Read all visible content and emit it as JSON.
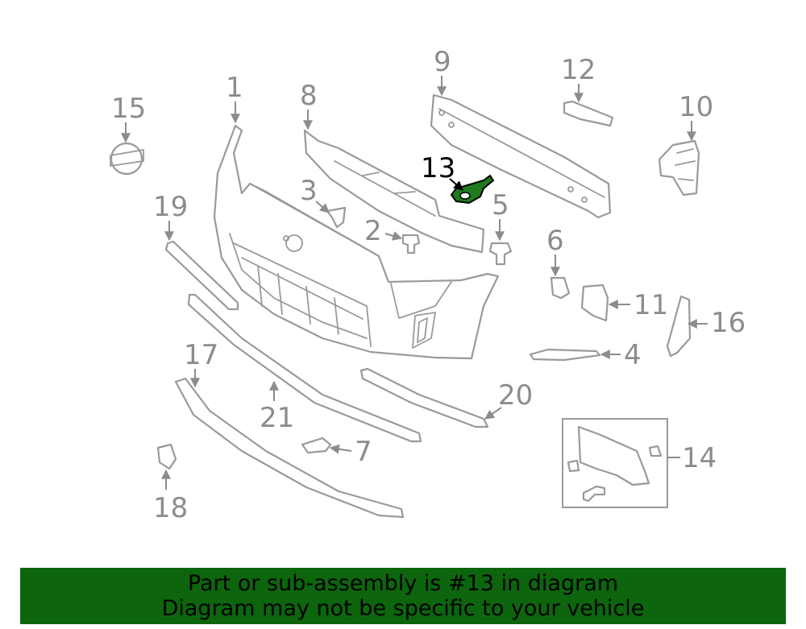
{
  "diagram": {
    "highlighted_callout": "13",
    "highlight_color": "#1f7a1f",
    "callouts": {
      "c1": "1",
      "c2": "2",
      "c3": "3",
      "c4": "4",
      "c5": "5",
      "c6": "6",
      "c7": "7",
      "c8": "8",
      "c9": "9",
      "c10": "10",
      "c11": "11",
      "c12": "12",
      "c13": "13",
      "c14": "14",
      "c15": "15",
      "c16": "16",
      "c17": "17",
      "c18": "18",
      "c19": "19",
      "c20": "20",
      "c21": "21"
    }
  },
  "footer": {
    "line1": "Part or sub-assembly is #13 in diagram",
    "line2": "Diagram may not be specific to your vehicle",
    "background_color": "#0d650d"
  }
}
